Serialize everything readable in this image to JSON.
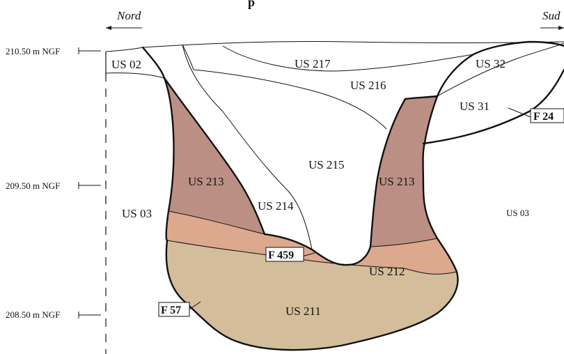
{
  "title": "p",
  "directions": {
    "north": "Nord",
    "south": "Sud"
  },
  "elevations": [
    "210.50 m NGF",
    "209.50 m NGF",
    "208.50 m NGF"
  ],
  "units": {
    "us02": "US 02",
    "us217": "US 217",
    "us32": "US 32",
    "us216": "US 216",
    "us31": "US 31",
    "us215": "US 215",
    "us213_left": "US 213",
    "us213_right": "US 213",
    "us214": "US 214",
    "us03_left": "US 03",
    "us03_right": "US 03",
    "us212": "US 212",
    "us211": "US 211"
  },
  "features": {
    "f24": "F 24",
    "f459": "F 459",
    "f57": "F 57"
  },
  "colors": {
    "us213": "#bc8f85",
    "us212": "#dca88e",
    "us211": "#d3bd9b",
    "fill_white": "#ffffff",
    "line": "#111111"
  }
}
